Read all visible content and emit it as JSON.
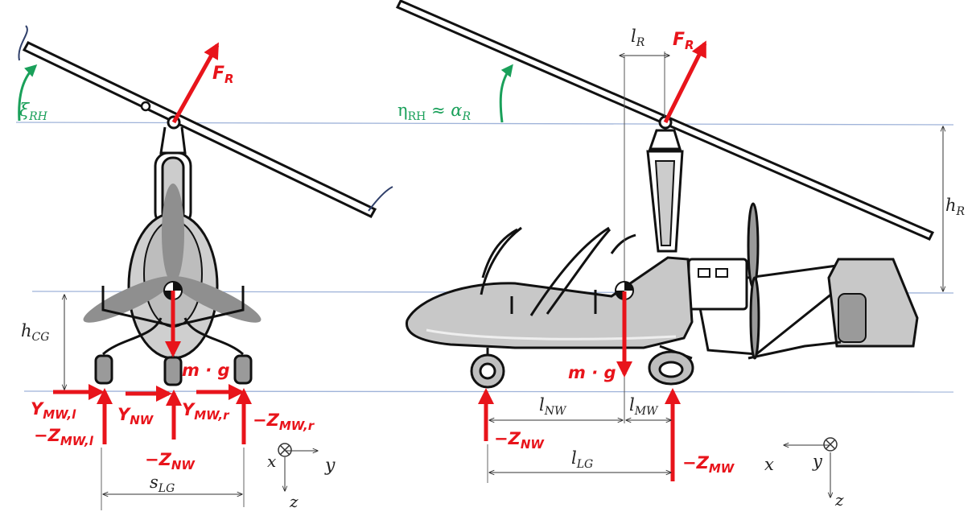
{
  "colors": {
    "force": "#e8141b",
    "angle": "#1aa05a",
    "reference_line": "#9fb3d9",
    "body_fill": "#c8c8c8",
    "outline": "#111111"
  },
  "icons": [
    "center-of-gravity-icon",
    "into-page-axis-icon"
  ],
  "front_view": {
    "rotor_force": {
      "main": "F",
      "sub": "R"
    },
    "angle": {
      "main": "ξ",
      "sub": "RH"
    },
    "height_cg": {
      "main": "h",
      "sub": "CG"
    },
    "weight": "m · g",
    "y_mw_l": {
      "main": "Y",
      "sub": "MW,l"
    },
    "y_nw": {
      "main": "Y",
      "sub": "NW"
    },
    "y_mw_r": {
      "main": "Y",
      "sub": "MW,r"
    },
    "z_mw_l": {
      "main": "−Z",
      "sub": "MW,l"
    },
    "z_nw": {
      "main": "−Z",
      "sub": "NW"
    },
    "z_mw_r": {
      "main": "−Z",
      "sub": "MW,r"
    },
    "track": {
      "main": "s",
      "sub": "LG"
    },
    "axes": {
      "x": "x",
      "y": "y",
      "z": "z"
    }
  },
  "side_view": {
    "rotor_force": {
      "main": "F",
      "sub": "R"
    },
    "rotor_offset": {
      "main": "l",
      "sub": "R"
    },
    "angle": {
      "main": "η",
      "sub": "RH",
      "approx": " ≈ ",
      "main2": "α",
      "sub2": "R"
    },
    "height_rotor": {
      "main": "h",
      "sub": "R"
    },
    "weight": "m · g",
    "l_nw": {
      "main": "l",
      "sub": "NW"
    },
    "l_mw": {
      "main": "l",
      "sub": "MW"
    },
    "l_lg": {
      "main": "l",
      "sub": "LG"
    },
    "z_nw": {
      "main": "−Z",
      "sub": "NW"
    },
    "z_mw": {
      "main": "−Z",
      "sub": "MW"
    },
    "axes": {
      "x": "x",
      "y": "y",
      "z": "z"
    }
  }
}
